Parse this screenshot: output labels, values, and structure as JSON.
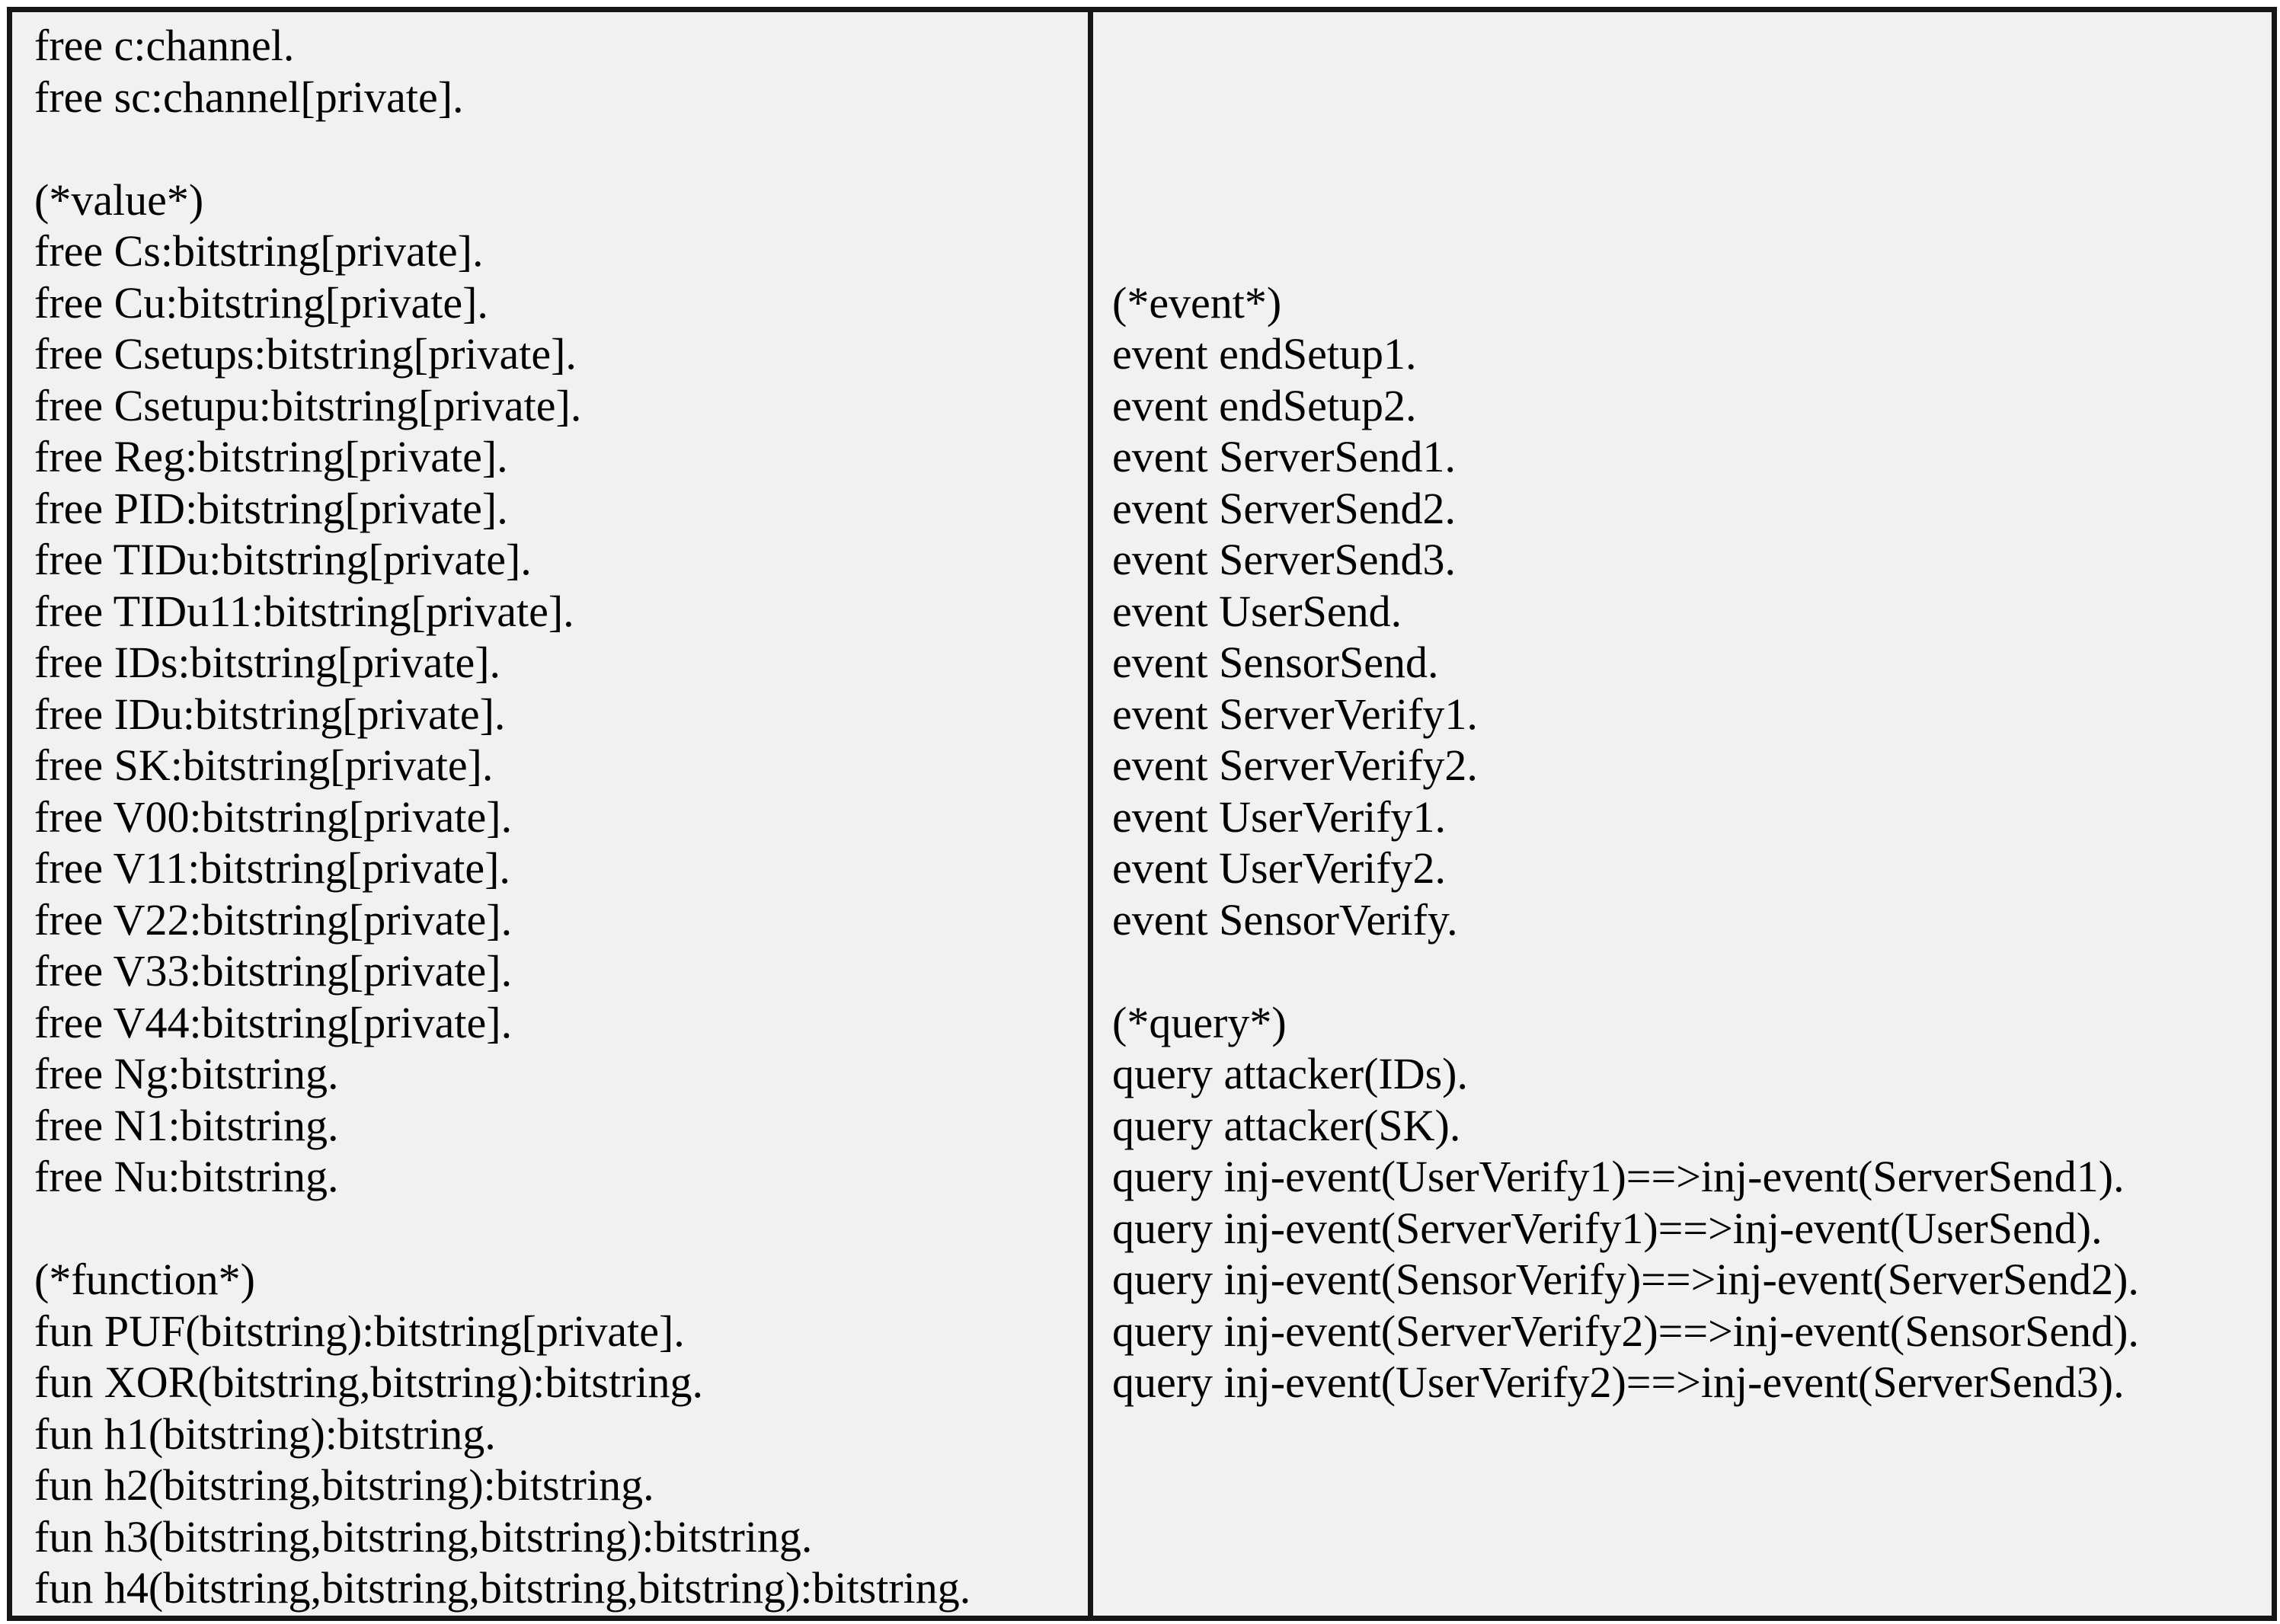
{
  "figure": {
    "description_label": "ProVerif code listing table",
    "left_column": {
      "lines": [
        "free c:channel.",
        "free sc:channel[private].",
        "",
        "(*value*)",
        "free Cs:bitstring[private].",
        "free Cu:bitstring[private].",
        "free Csetups:bitstring[private].",
        "free Csetupu:bitstring[private].",
        "free Reg:bitstring[private].",
        "free PID:bitstring[private].",
        "free TIDu:bitstring[private].",
        "free TIDu11:bitstring[private].",
        "free IDs:bitstring[private].",
        "free IDu:bitstring[private].",
        "free SK:bitstring[private].",
        "free V00:bitstring[private].",
        "free V11:bitstring[private].",
        "free V22:bitstring[private].",
        "free V33:bitstring[private].",
        "free V44:bitstring[private].",
        "free Ng:bitstring.",
        "free N1:bitstring.",
        "free Nu:bitstring.",
        "",
        "(*function*)",
        "fun PUF(bitstring):bitstring[private].",
        "fun XOR(bitstring,bitstring):bitstring.",
        "fun h1(bitstring):bitstring.",
        "fun h2(bitstring,bitstring):bitstring.",
        "fun h3(bitstring,bitstring,bitstring):bitstring.",
        "fun h4(bitstring,bitstring,bitstring,bitstring):bitstring."
      ]
    },
    "right_column": {
      "lines": [
        "",
        "",
        "",
        "",
        "",
        "(*event*)",
        "event endSetup1.",
        "event endSetup2.",
        "event ServerSend1.",
        "event ServerSend2.",
        "event ServerSend3.",
        "event UserSend.",
        "event SensorSend.",
        "event ServerVerify1.",
        "event ServerVerify2.",
        "event UserVerify1.",
        "event UserVerify2.",
        "event SensorVerify.",
        "",
        "(*query*)",
        "query attacker(IDs).",
        "query attacker(SK).",
        "query inj-event(UserVerify1)==>inj-event(ServerSend1).",
        "query inj-event(ServerVerify1)==>inj-event(UserSend).",
        "query inj-event(SensorVerify)==>inj-event(ServerSend2).",
        "query inj-event(ServerVerify2)==>inj-event(SensorSend).",
        "query inj-event(UserVerify2)==>inj-event(ServerSend3)."
      ]
    },
    "colors": {
      "background": "#f1f1f1",
      "border": "#161616",
      "text": "#000000"
    }
  }
}
